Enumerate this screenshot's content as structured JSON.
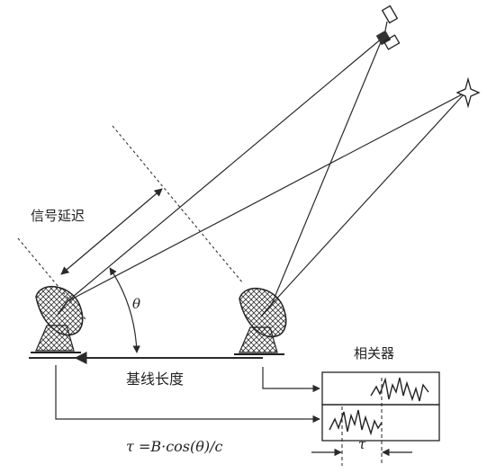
{
  "labels": {
    "signal_delay": "信号延迟",
    "theta": "θ",
    "baseline_length": "基线长度",
    "correlator": "相关器",
    "tau": "τ",
    "formula": "τ =B·cos(θ)/c"
  },
  "colors": {
    "ink": "#2a2a2a",
    "background": "#ffffff"
  },
  "icons": {
    "satellite": "satellite-icon",
    "star": "star-icon",
    "left_dish": "radio-dish-icon",
    "right_dish": "radio-dish-icon"
  }
}
